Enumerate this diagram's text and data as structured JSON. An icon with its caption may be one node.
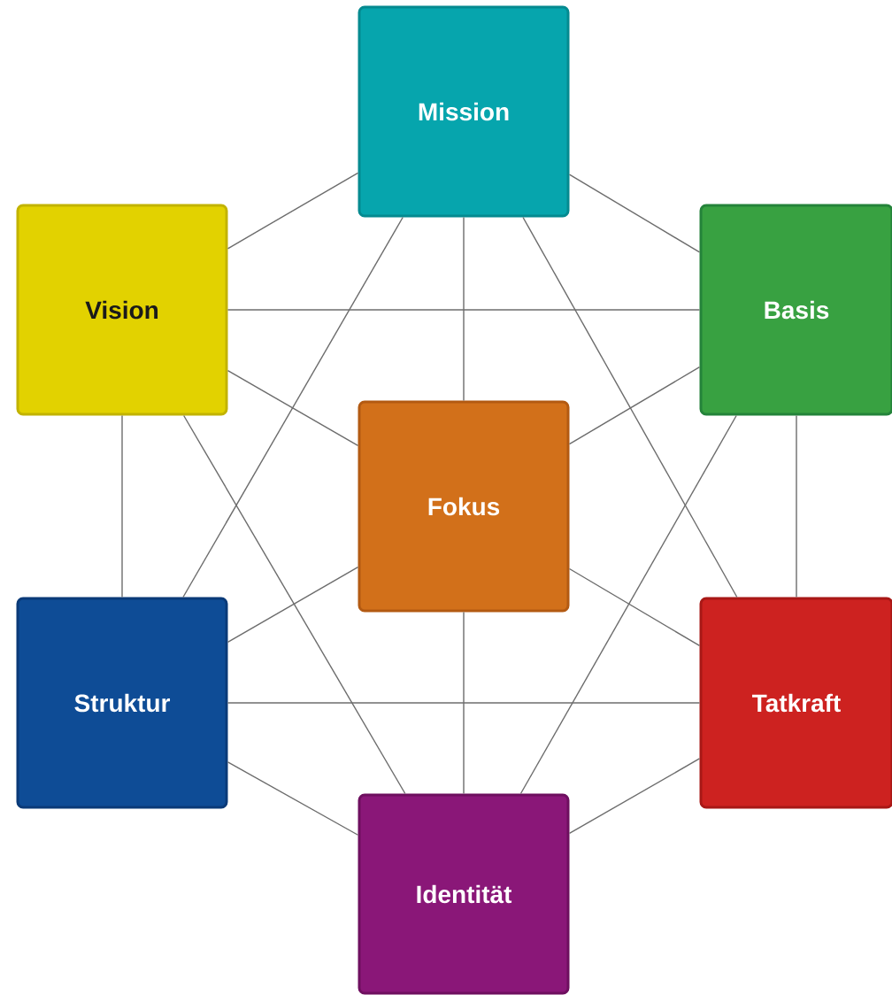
{
  "diagram": {
    "nodes": [
      {
        "text": [
          "Mission"
        ]
      },
      {
        "text": [
          "Vision"
        ]
      },
      {
        "text": [
          "Basis"
        ]
      },
      {
        "text": [
          "Fokus"
        ]
      },
      {
        "text": [
          "Struktur"
        ]
      },
      {
        "text": [
          "Tatkraft"
        ]
      },
      {
        "text": [
          "Identität"
        ]
      }
    ],
    "edges": [
      {
        "from": 0,
        "to": 1,
        "arrow": "none"
      },
      {
        "from": 0,
        "to": 2,
        "arrow": "none"
      },
      {
        "from": 0,
        "to": 3,
        "arrow": "none"
      },
      {
        "from": 0,
        "to": 4,
        "arrow": "none"
      },
      {
        "from": 0,
        "to": 5,
        "arrow": "none"
      },
      {
        "from": 1,
        "to": 2,
        "arrow": "none"
      },
      {
        "from": 1,
        "to": 3,
        "arrow": "none"
      },
      {
        "from": 1,
        "to": 4,
        "arrow": "none"
      },
      {
        "from": 1,
        "to": 6,
        "arrow": "none"
      },
      {
        "from": 2,
        "to": 3,
        "arrow": "none"
      },
      {
        "from": 2,
        "to": 5,
        "arrow": "none"
      },
      {
        "from": 2,
        "to": 6,
        "arrow": "none"
      },
      {
        "from": 3,
        "to": 4,
        "arrow": "none"
      },
      {
        "from": 3,
        "to": 5,
        "arrow": "none"
      },
      {
        "from": 3,
        "to": 6,
        "arrow": "none"
      },
      {
        "from": 4,
        "to": 5,
        "arrow": "none"
      },
      {
        "from": 4,
        "to": 6,
        "arrow": "none"
      },
      {
        "from": 5,
        "to": 6,
        "arrow": "none"
      }
    ]
  }
}
